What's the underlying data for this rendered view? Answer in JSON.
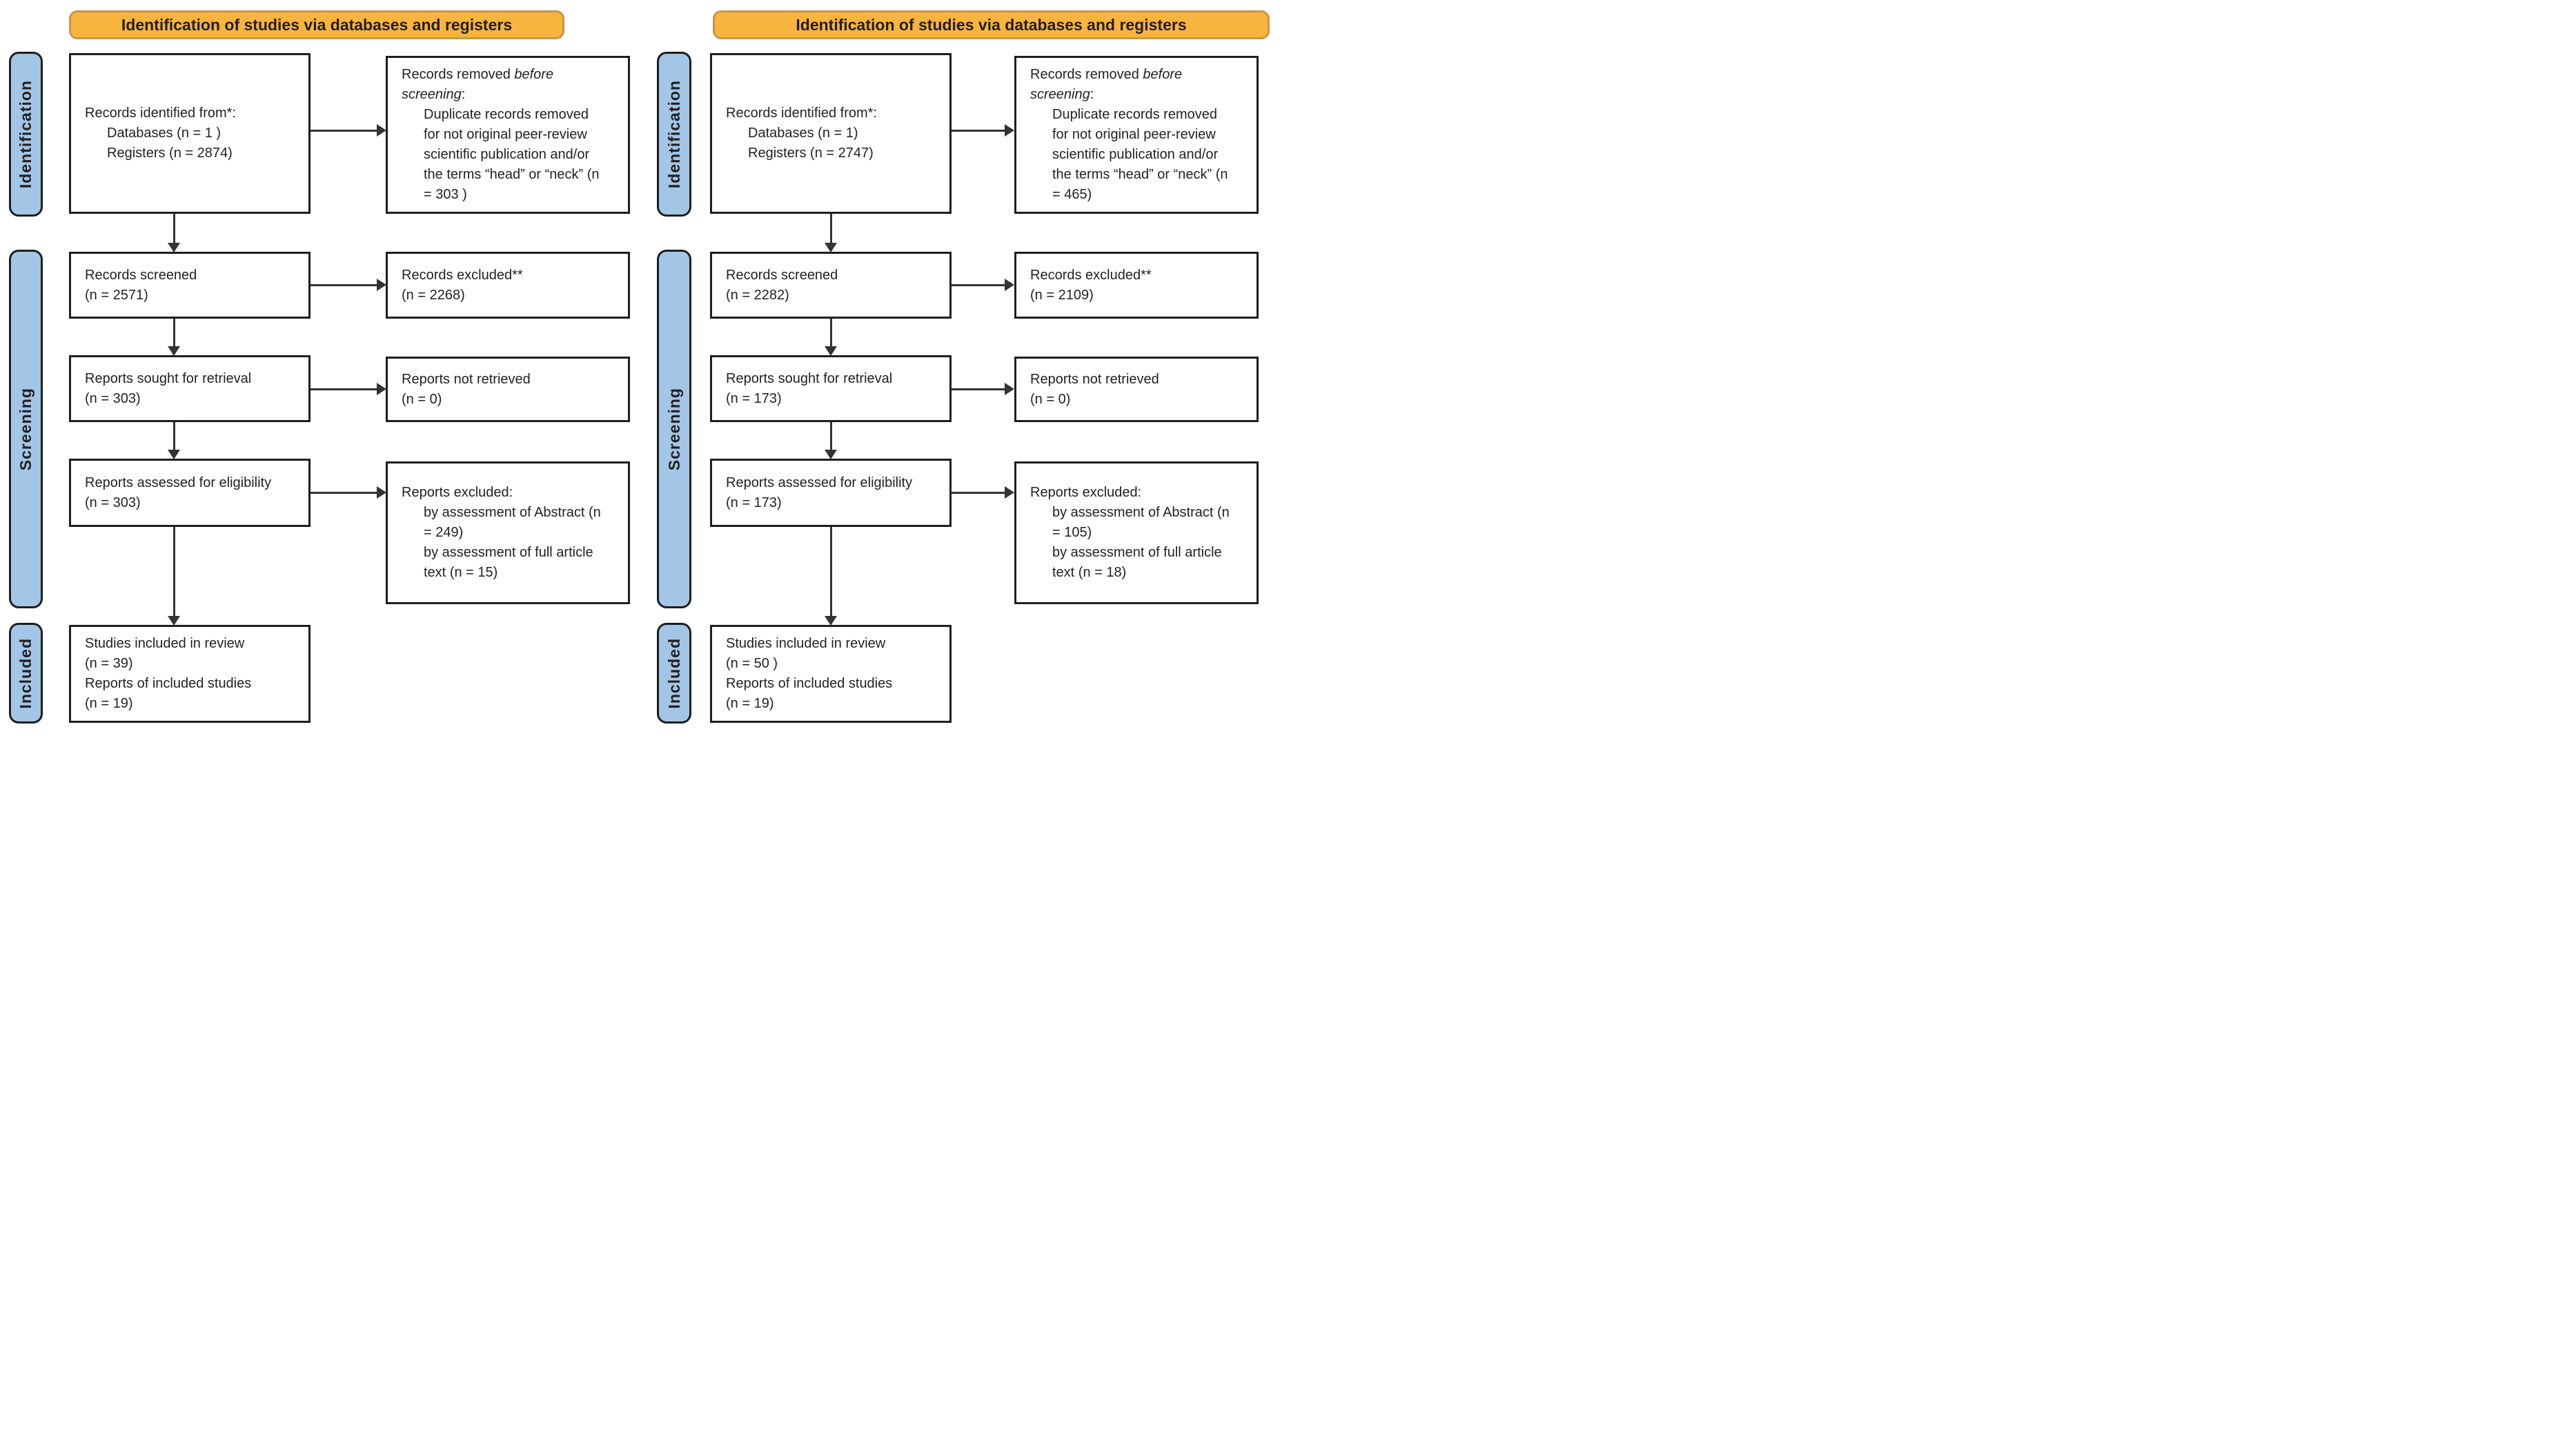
{
  "colors": {
    "header_bg": "#F7B43E",
    "header_edge": "#C9964A",
    "stage_bg": "#A4C6E6",
    "ink": "#231F20",
    "line": "#333333"
  },
  "diagrams": [
    {
      "header": "Identification of studies via databases and registers",
      "stages": {
        "identification": "Identification",
        "screening": "Screening",
        "included": "Included"
      },
      "boxes": {
        "identified": {
          "l1": "Records identified from*:",
          "l2": "Databases (n = 1 )",
          "l3": "Registers (n = 2874)"
        },
        "removed": {
          "l1_normal": "Records removed ",
          "l1_italic": "before",
          "l2_italic": "screening",
          "l2_normal": ":",
          "l3": "Duplicate records removed",
          "l4": "for not original peer-review",
          "l5": "scientific publication and/or",
          "l6": "the terms “head” or “neck” (n",
          "l7": "= 303 )"
        },
        "screened": {
          "l1": "Records screened",
          "l2": "(n = 2571)"
        },
        "excluded": {
          "l1": "Records excluded**",
          "l2": "(n = 2268)"
        },
        "sought": {
          "l1": "Reports sought for retrieval",
          "l2": "(n = 303)"
        },
        "not_retrieved": {
          "l1": "Reports not retrieved",
          "l2": "(n = 0)"
        },
        "assessed": {
          "l1": "Reports assessed for eligibility",
          "l2": "(n = 303)"
        },
        "reports_excluded": {
          "l1": "Reports excluded:",
          "l2": "by assessment of Abstract (n",
          "l3": "= 249)",
          "l4": "by assessment of full article",
          "l5": "text (n = 15)"
        },
        "included": {
          "l1": "Studies included in review",
          "l2": "(n = 39)",
          "l3": "Reports of included studies",
          "l4": "(n = 19)"
        }
      }
    },
    {
      "header": "Identification of studies via databases and registers",
      "stages": {
        "identification": "Identification",
        "screening": "Screening",
        "included": "Included"
      },
      "boxes": {
        "identified": {
          "l1": "Records identified from*:",
          "l2": "Databases (n = 1)",
          "l3": "Registers (n = 2747)"
        },
        "removed": {
          "l1_normal": "Records removed ",
          "l1_italic": "before",
          "l2_italic": "screening",
          "l2_normal": ":",
          "l3": "Duplicate records removed",
          "l4": "for not original peer-review",
          "l5": "scientific publication and/or",
          "l6": "the terms “head” or “neck” (n",
          "l7": "= 465)"
        },
        "screened": {
          "l1": "Records screened",
          "l2": "(n = 2282)"
        },
        "excluded": {
          "l1": "Records excluded**",
          "l2": "(n = 2109)"
        },
        "sought": {
          "l1": "Reports sought for retrieval",
          "l2": "(n = 173)"
        },
        "not_retrieved": {
          "l1": "Reports not retrieved",
          "l2": "(n = 0)"
        },
        "assessed": {
          "l1": "Reports assessed for eligibility",
          "l2": "(n = 173)"
        },
        "reports_excluded": {
          "l1": "Reports excluded:",
          "l2": "by assessment of Abstract (n",
          "l3": "= 105)",
          "l4": "by assessment of full article",
          "l5": "text (n = 18)"
        },
        "included": {
          "l1": "Studies included in review",
          "l2": "(n = 50 )",
          "l3": "Reports of included studies",
          "l4": "(n = 19)"
        }
      }
    }
  ]
}
